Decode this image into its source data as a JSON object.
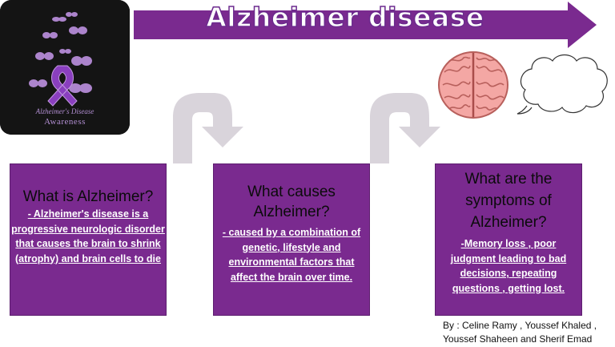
{
  "title": "Alzheimer disease",
  "awareness_image": {
    "line1": "Alzheimer's Disease",
    "line2": "Awareness"
  },
  "boxes": [
    {
      "question": "What is Alzheimer?",
      "answer": "- Alzheimer's disease is a progressive neurologic disorder that causes the brain to shrink (atrophy) and brain cells to die"
    },
    {
      "question": "What causes Alzheimer?",
      "answer": "- caused by a combination of genetic, lifestyle and environmental factors that affect the brain over time."
    },
    {
      "question": "What are the symptoms of Alzheimer?",
      "answer": "-Memory loss , poor judgment leading to bad decisions, repeating questions , getting lost."
    }
  ],
  "credits": "By : Celine Ramy , Youssef Khaled , Youssef Shaheen and Sherif Emad",
  "colors": {
    "purple": "#7a2a8f",
    "arrow_gray": "#d9d4db"
  },
  "icons": [
    "purple-ribbon-icon",
    "butterfly-icon",
    "brain-icon",
    "thought-bubble-icon",
    "curved-arrow-icon"
  ]
}
